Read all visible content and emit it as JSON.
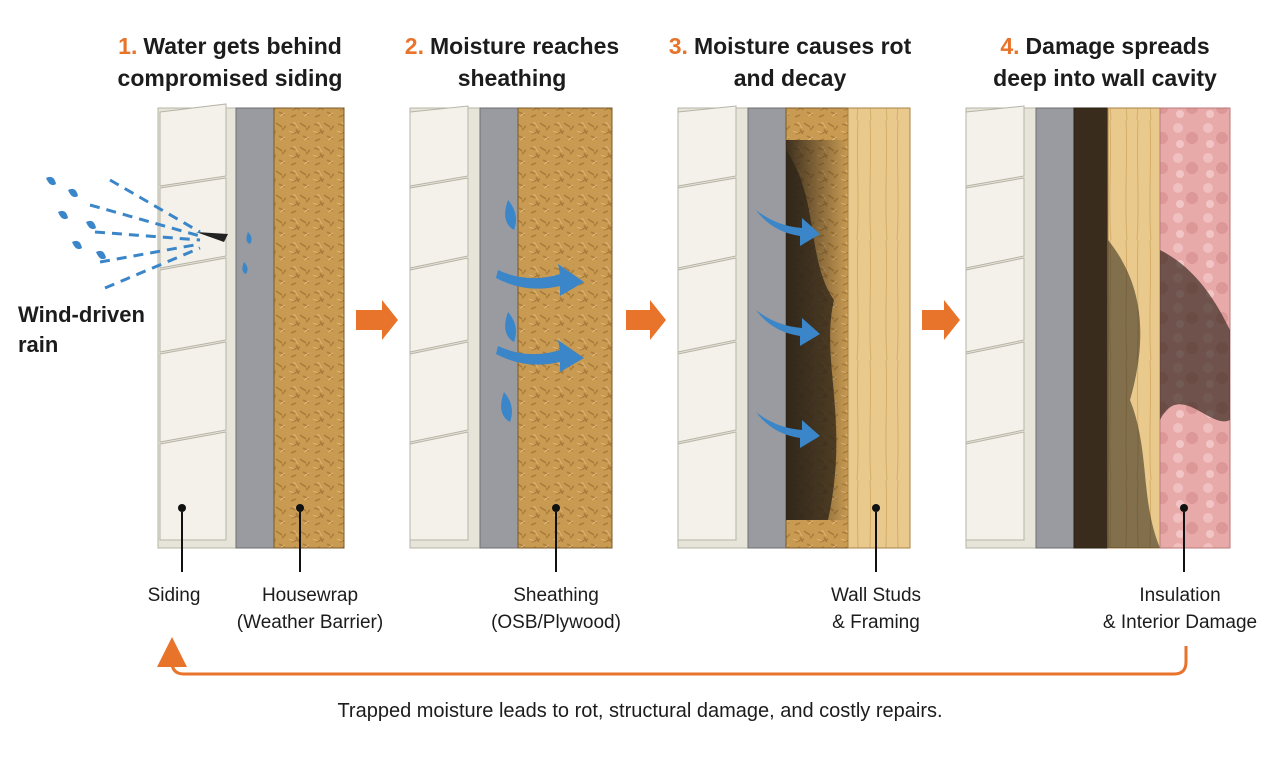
{
  "steps": [
    {
      "number": "1.",
      "line1": "Water gets behind",
      "line2": "compromised siding"
    },
    {
      "number": "2.",
      "line1": "Moisture reaches",
      "line2": "sheathing"
    },
    {
      "number": "3.",
      "line1": "Moisture causes rot",
      "line2": "and decay"
    },
    {
      "number": "4.",
      "line1": "Damage spreads",
      "line2": "deep into wall cavity"
    }
  ],
  "rain_label": {
    "line1": "Wind-driven",
    "line2": "rain"
  },
  "layer_labels": {
    "siding": "Siding",
    "housewrap": {
      "line1": "Housewrap",
      "line2": "(Weather Barrier)"
    },
    "sheathing": {
      "line1": "Sheathing",
      "line2": "(OSB/Plywood)"
    },
    "studs": {
      "line1": "Wall Studs",
      "line2": "& Framing"
    },
    "insulation": {
      "line1": "Insulation",
      "line2": "& Interior Damage"
    }
  },
  "footer": "Trapped moisture leads to rot, structural damage, and costly repairs.",
  "colors": {
    "accent": "#e8732a",
    "water": "#3a86c8",
    "siding": "#f2f0e8",
    "housewrap": "#9a9ba0",
    "osb": "#c89a52",
    "stud": "#e9c98c",
    "insulation": "#e8a9a9",
    "rot": "#2e2418"
  }
}
